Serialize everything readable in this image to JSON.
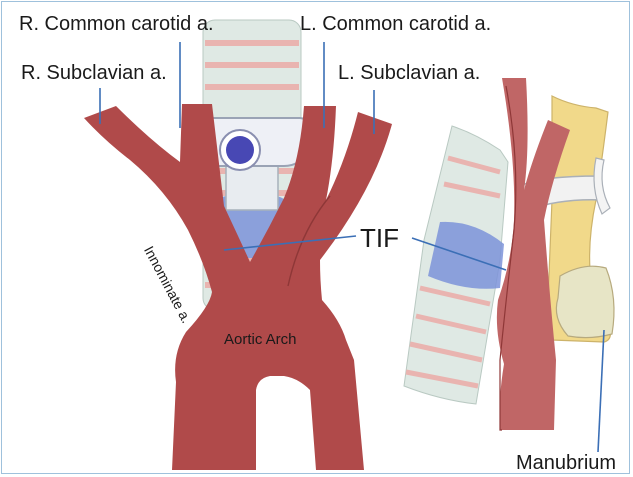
{
  "labels": {
    "r_common_carotid": "R. Common carotid a.",
    "l_common_carotid": "L. Common carotid a.",
    "r_subclavian": "R. Subclavian a.",
    "l_subclavian": "L. Subclavian a.",
    "innominate": "Innominate a.",
    "tif": "TIF",
    "aortic_arch": "Aortic Arch",
    "manubrium": "Manubrium"
  },
  "colors": {
    "artery": "#b04a4a",
    "artery_dark": "#8e3737",
    "artery_side": "#c06666",
    "trachea": "#dfe9e4",
    "trachea_ring": "#e9b4b0",
    "balloon": "#7d93d9",
    "tube": "#5c5cc2",
    "bone": "#f1d98a",
    "marrow": "#e7e5c6",
    "leader": "#3b6fb6",
    "frame": "#9fc1dc"
  }
}
